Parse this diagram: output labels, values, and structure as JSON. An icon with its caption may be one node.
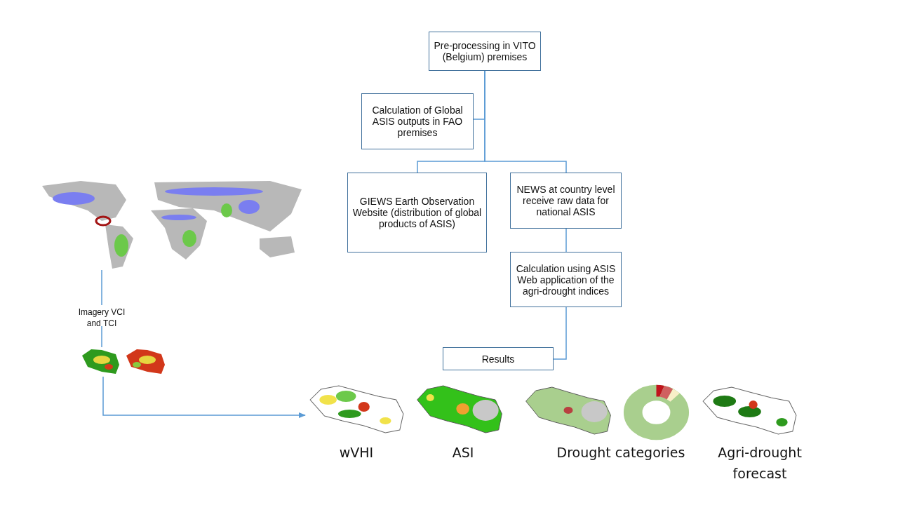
{
  "diagram": {
    "nodes": [
      {
        "text": [
          "Pre-processing in VITO (Belgium) premises"
        ]
      },
      {
        "text": [
          "Calculation of Global ASIS outputs  in FAO premises"
        ]
      },
      {
        "text": [
          "GIEWS Earth Observation Website (distribution of global products of ASIS)"
        ]
      },
      {
        "text": [
          "NEWS at country level receive raw data for national ASIS"
        ]
      },
      {
        "text": [
          "Calculation using ASIS Web application of the agri-drought indices"
        ]
      },
      {
        "text": [
          "Results"
        ]
      },
      {
        "text": [],
        "shape": "picture"
      },
      {
        "text": [
          "Imagery VCI and TCI"
        ]
      },
      {
        "text": [],
        "shape": "picture"
      },
      {
        "text": [],
        "shape": "picture"
      }
    ],
    "edges": [
      {
        "from": 0,
        "to": 1,
        "arrow": "none"
      },
      {
        "from": 0,
        "to": 2,
        "arrow": "none"
      },
      {
        "from": 0,
        "to": 3,
        "arrow": "none"
      },
      {
        "from": 3,
        "to": 4,
        "arrow": "none"
      },
      {
        "from": 4,
        "to": 5,
        "arrow": "none"
      },
      {
        "from": 6,
        "to": 7,
        "arrow": "none"
      },
      {
        "from": 7,
        "to": 8,
        "arrow": "none"
      },
      {
        "from": 8,
        "to": 9,
        "arrow": "to"
      }
    ],
    "labels": [
      "wVHI",
      "ASI",
      "Drought categories",
      "Agri-drought forecast"
    ]
  }
}
